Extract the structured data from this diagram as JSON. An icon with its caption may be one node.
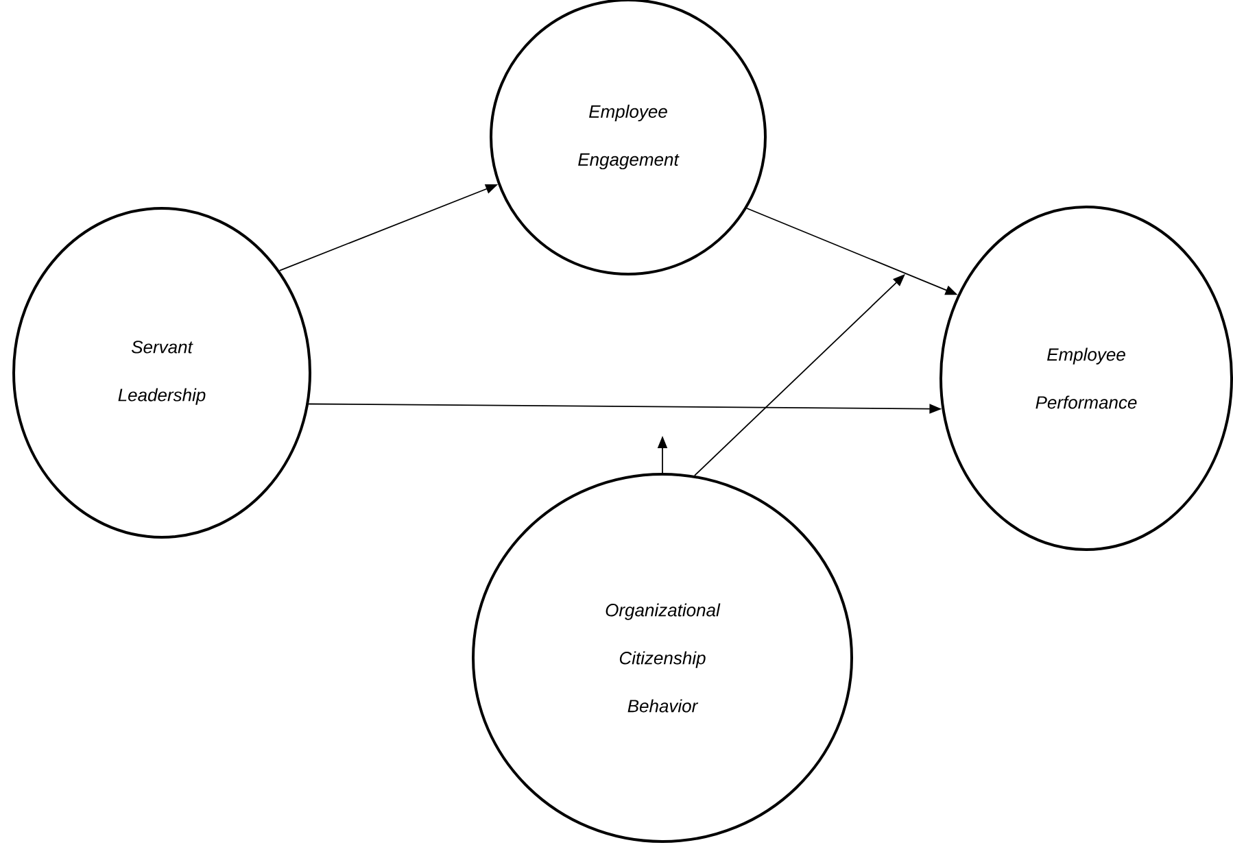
{
  "diagram": {
    "nodes": [
      {
        "text": [
          "Servant Leadership"
        ]
      },
      {
        "text": [
          "Employee Engagement"
        ]
      },
      {
        "text": [
          "Employee Performance"
        ]
      },
      {
        "text": [
          "Organizational Citizenship Behavior"
        ]
      }
    ],
    "edges": [
      {
        "from": 0,
        "to": 1,
        "arrow": "to"
      },
      {
        "from": 1,
        "to": 2,
        "arrow": "to"
      },
      {
        "from": 0,
        "to": 2,
        "arrow": "to"
      },
      {
        "from": 3,
        "to": null,
        "arrow": "to"
      },
      {
        "from": 3,
        "to": null,
        "arrow": "to"
      }
    ]
  }
}
